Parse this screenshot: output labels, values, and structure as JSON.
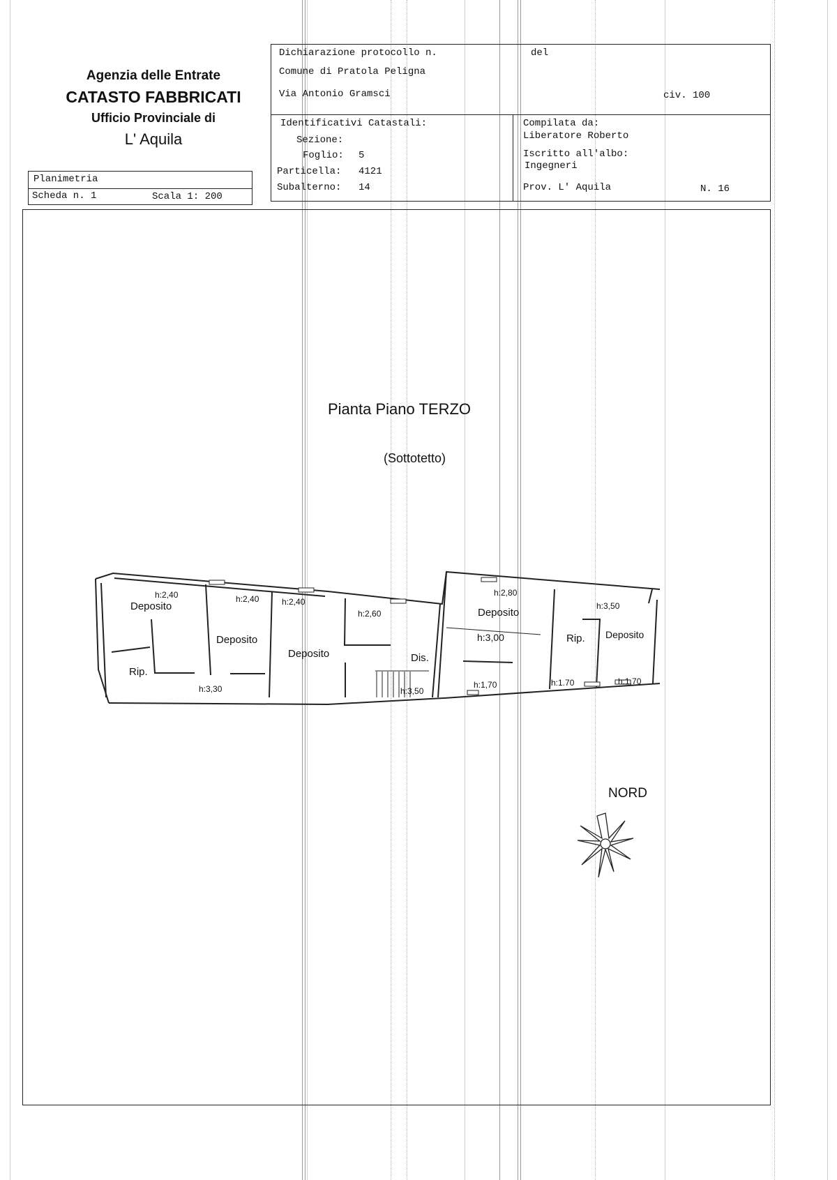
{
  "agency": {
    "line1": "Agenzia delle Entrate",
    "line2": "CATASTO FABBRICATI",
    "line3": "Ufficio Provinciale di",
    "line4": "L' Aquila"
  },
  "document": {
    "type": "Planimetria",
    "sheet": "Scheda n. 1",
    "scale": "Scala 1: 200"
  },
  "declaration": {
    "protocol_label": "Dichiarazione protocollo n.",
    "date_label": "del",
    "municipality": "Comune di Pratola Peligna",
    "street": "Via Antonio Gramsci",
    "civic": "civ. 100"
  },
  "cadastral": {
    "heading": "Identificativi Catastali:",
    "sezione_label": "Sezione:",
    "sezione_value": "",
    "foglio_label": "Foglio:",
    "foglio_value": "5",
    "particella_label": "Particella:",
    "particella_value": "4121",
    "subalterno_label": "Subalterno:",
    "subalterno_value": "14"
  },
  "compiler": {
    "label": "Compilata da:",
    "name": "Liberatore Roberto",
    "register_label": "Iscritto all'albo:",
    "register_value": "Ingegneri",
    "province": "Prov. L' Aquila",
    "number": "N. 16"
  },
  "plan": {
    "title": "Pianta Piano TERZO",
    "subtitle": "(Sottotetto)",
    "rooms": [
      "Deposito",
      "Deposito",
      "Deposito",
      "Rip.",
      "Dis.",
      "Deposito",
      "Rip.",
      "Deposito"
    ],
    "heights": [
      "h:2,40",
      "h:2,40",
      "h:2,40",
      "h:2,60",
      "h:3,30",
      "h:3,50",
      "h:2,80",
      "h:3,00",
      "h:1,70",
      "h:3,50",
      "h:1.70",
      "h:1,70"
    ],
    "north_label": "NORD"
  },
  "colors": {
    "ink": "#111111",
    "paper": "#ffffff",
    "scan_lines": "#9a9a9a"
  }
}
